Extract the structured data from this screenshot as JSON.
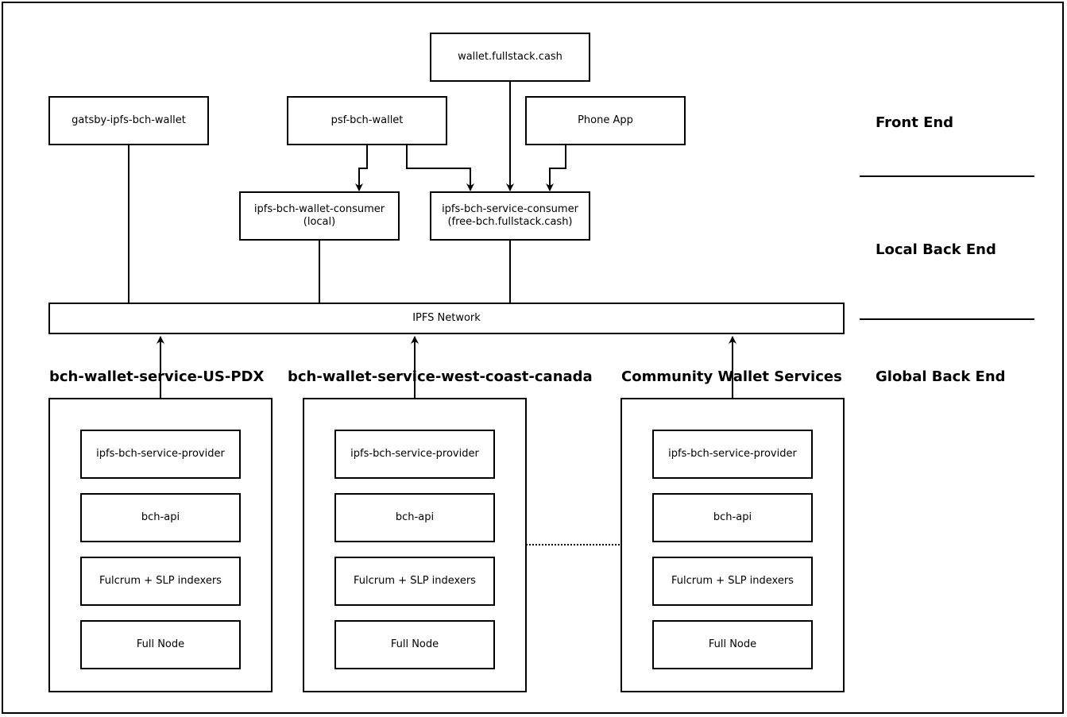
{
  "front_end_apps": {
    "wallet_fullstack": "wallet.fullstack.cash",
    "gatsby": "gatsby-ipfs-bch-wallet",
    "psf": "psf-bch-wallet",
    "phone": "Phone App"
  },
  "local_back_end": {
    "wallet_consumer": "ipfs-bch-wallet-consumer\n(local)",
    "service_consumer": "ipfs-bch-service-consumer\n(free-bch.fullstack.cash)"
  },
  "network": {
    "label": "IPFS Network"
  },
  "layers": {
    "front_end": "Front End",
    "local_back_end": "Local Back End",
    "global_back_end": "Global Back End"
  },
  "services": [
    {
      "title": "bch-wallet-service-US-PDX",
      "components": [
        "ipfs-bch-service-provider",
        "bch-api",
        "Fulcrum + SLP indexers",
        "Full Node"
      ]
    },
    {
      "title": "bch-wallet-service-west-coast-canada",
      "components": [
        "ipfs-bch-service-provider",
        "bch-api",
        "Fulcrum + SLP indexers",
        "Full Node"
      ]
    },
    {
      "title": "Community Wallet Services",
      "components": [
        "ipfs-bch-service-provider",
        "bch-api",
        "Fulcrum + SLP indexers",
        "Full Node"
      ]
    }
  ]
}
